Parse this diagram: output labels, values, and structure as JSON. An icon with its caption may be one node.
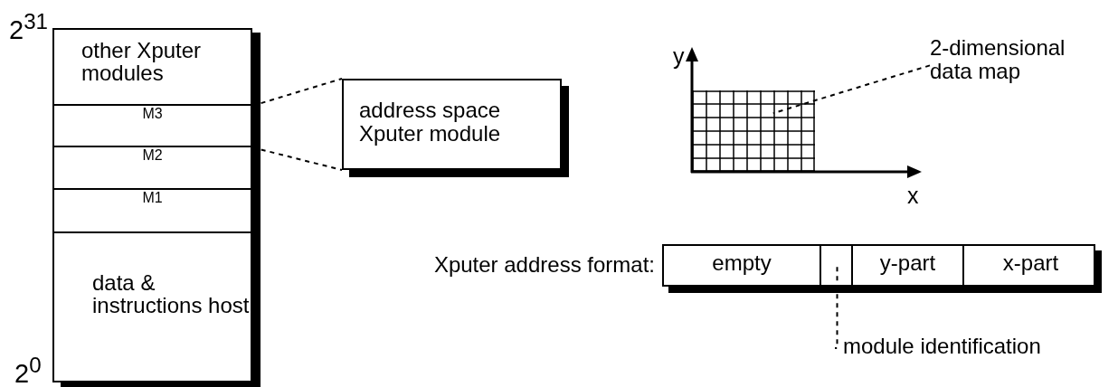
{
  "diagram": {
    "nodes": [
      {
        "text": [
          "other Xputer modules"
        ]
      },
      {
        "text": [
          "M3"
        ]
      },
      {
        "text": [
          "M2"
        ]
      },
      {
        "text": [
          "M1"
        ]
      },
      {
        "text": [
          "data & instructions host"
        ]
      },
      {
        "text": [
          "address space Xputer module"
        ]
      },
      {
        "text": [
          "2-dimensional data map"
        ]
      },
      {
        "text": [],
        "shape": "grid"
      },
      {
        "text": [
          "module identification"
        ]
      },
      {
        "text": [],
        "shape": "bar",
        "beside": [
          "Xputer address format:"
        ]
      },
      {
        "text": [
          "empty"
        ],
        "in": 9
      },
      {
        "text": [],
        "shape": "box",
        "in": 9
      },
      {
        "text": [
          "y-part"
        ],
        "in": 9
      },
      {
        "text": [
          "x-part"
        ],
        "in": 9
      }
    ],
    "edges": [
      {
        "from": 1,
        "to": 5,
        "arrow": "none",
        "style": "dashed"
      },
      {
        "from": 1,
        "to": 5,
        "arrow": "none",
        "style": "dashed"
      },
      {
        "from": 6,
        "to": 7,
        "arrow": "none",
        "style": "dashed"
      },
      {
        "from": 11,
        "to": 8,
        "arrow": "none",
        "style": "dashed"
      }
    ],
    "labels": [
      "2$^{31}$",
      "2$^{0}$",
      "y",
      "x"
    ]
  }
}
